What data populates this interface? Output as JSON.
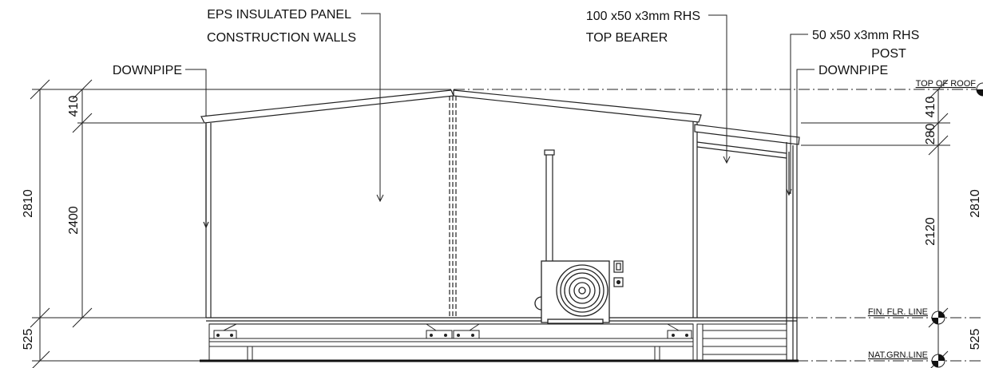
{
  "labels": {
    "eps_line1": "EPS INSULATED PANEL",
    "eps_line2": "CONSTRUCTION WALLS",
    "downpipe_left": "DOWNPIPE",
    "bearer_line1": "100 x50 x3mm RHS",
    "bearer_line2": "TOP BEARER",
    "post_line1": "50 x50 x3mm RHS",
    "post_line2": "POST",
    "downpipe_right": "DOWNPIPE"
  },
  "levels": {
    "top_of_roof": "TOP OF ROOF",
    "fin_flr_line": "FIN. FLR. LINE",
    "nat_grn_line": "NAT.GRN.LINE"
  },
  "dimensions": {
    "left_overall": "2810",
    "left_roof": "410",
    "left_wall": "2400",
    "left_sub": "525",
    "right_roof": "410",
    "right_bearer": "280",
    "right_wall": "2120",
    "right_overall": "2810",
    "right_sub": "525"
  }
}
